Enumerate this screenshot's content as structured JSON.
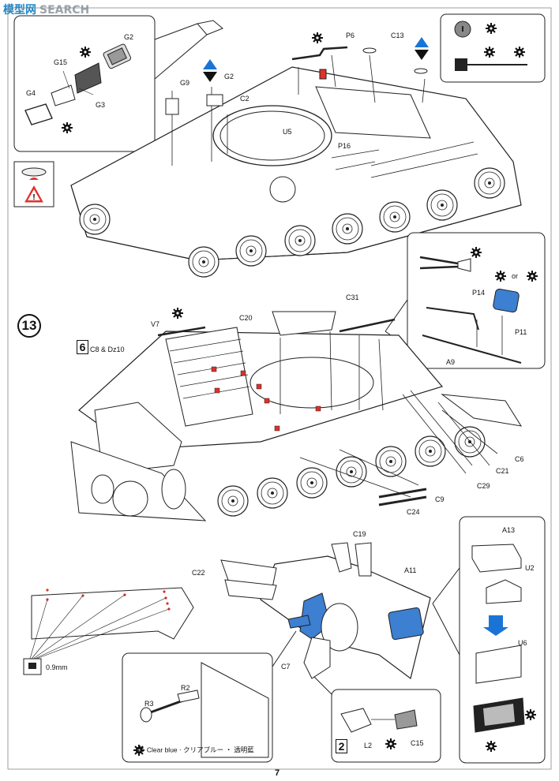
{
  "watermark": {
    "cn": "模型网",
    "en": "SEARCH"
  },
  "step": {
    "number": "13"
  },
  "page_number": "7",
  "colors": {
    "blue_part": "#3d7fd0",
    "red_part": "#e0302a",
    "arrow_blue": "#1a74d6"
  },
  "icons": [
    "paint-gear-icon",
    "warning-icon",
    "cutter-icon",
    "blue-double-arrow-icon"
  ],
  "labels": {
    "G2a": "G2",
    "G15": "G15",
    "G3": "G3",
    "G4": "G4",
    "G9": "G9",
    "G2b": "G2",
    "C2": "C2",
    "P6": "P6",
    "C13": "C13",
    "U5": "U5",
    "P16": "P16",
    "P14": "P14",
    "or": "or",
    "P11": "P11",
    "A9": "A9",
    "V7": "V7",
    "C20": "C20",
    "C31": "C31",
    "C8Dz10": "C8 & Dz10",
    "C6": "C6",
    "C21": "C21",
    "C29": "C29",
    "C9": "C9",
    "C24": "C24",
    "C19": "C19",
    "C22": "C22",
    "A11": "A11",
    "C7": "C7",
    "A13": "A13",
    "U2": "U2",
    "U6": "U6",
    "R2": "R2",
    "R3": "R3",
    "L2": "L2",
    "C15": "C15"
  },
  "sub_box_numbers": {
    "six": "6",
    "two": "2"
  },
  "drill": {
    "size": "0.9mm"
  },
  "legend": {
    "text": "Clear blue ‧ クリアブルー ‧ 透明藍"
  }
}
